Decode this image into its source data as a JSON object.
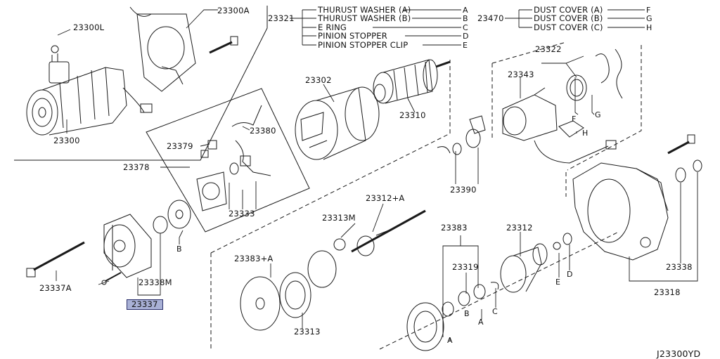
{
  "diagram": {
    "code": "J23300YD",
    "part_labels": {
      "p23300A": "23300A",
      "p23300L": "23300L",
      "p23300": "23300",
      "p23321": "23321",
      "p23470": "23470",
      "p23322": "23322",
      "p23343": "23343",
      "p23302": "23302",
      "p23310": "23310",
      "p23380": "23380",
      "p23379": "23379",
      "p23378": "23378",
      "p23333": "23333",
      "p23390": "23390",
      "p23312A": "23312+A",
      "p23313M": "23313M",
      "p23383A": "23383+A",
      "p23313": "23313",
      "p23383": "23383",
      "p23319": "23319",
      "p23312": "23312",
      "p23338": "23338",
      "p23318": "23318",
      "p23337A": "23337A",
      "p23338M": "23338M",
      "p23337": "23337"
    },
    "legend_23321": [
      {
        "name": "THURUST WASHER (A)",
        "letter": "A"
      },
      {
        "name": "THURUST WASHER (B)",
        "letter": "B"
      },
      {
        "name": "E RING",
        "letter": "C"
      },
      {
        "name": "PINION STOPPER",
        "letter": "D"
      },
      {
        "name": "PINION STOPPER CLIP",
        "letter": "E"
      }
    ],
    "legend_23470": [
      {
        "name": "DUST COVER (A)",
        "letter": "F"
      },
      {
        "name": "DUST COVER (B)",
        "letter": "G"
      },
      {
        "name": "DUST COVER (C)",
        "letter": "H"
      }
    ],
    "callouts": {
      "a1": "A",
      "a2": "A",
      "b1": "B",
      "b2": "B",
      "c1": "C",
      "d1": "D",
      "e1": "E",
      "f1": "F",
      "g1": "G",
      "h1": "H"
    },
    "highlight_color": "#a9b1d6"
  }
}
